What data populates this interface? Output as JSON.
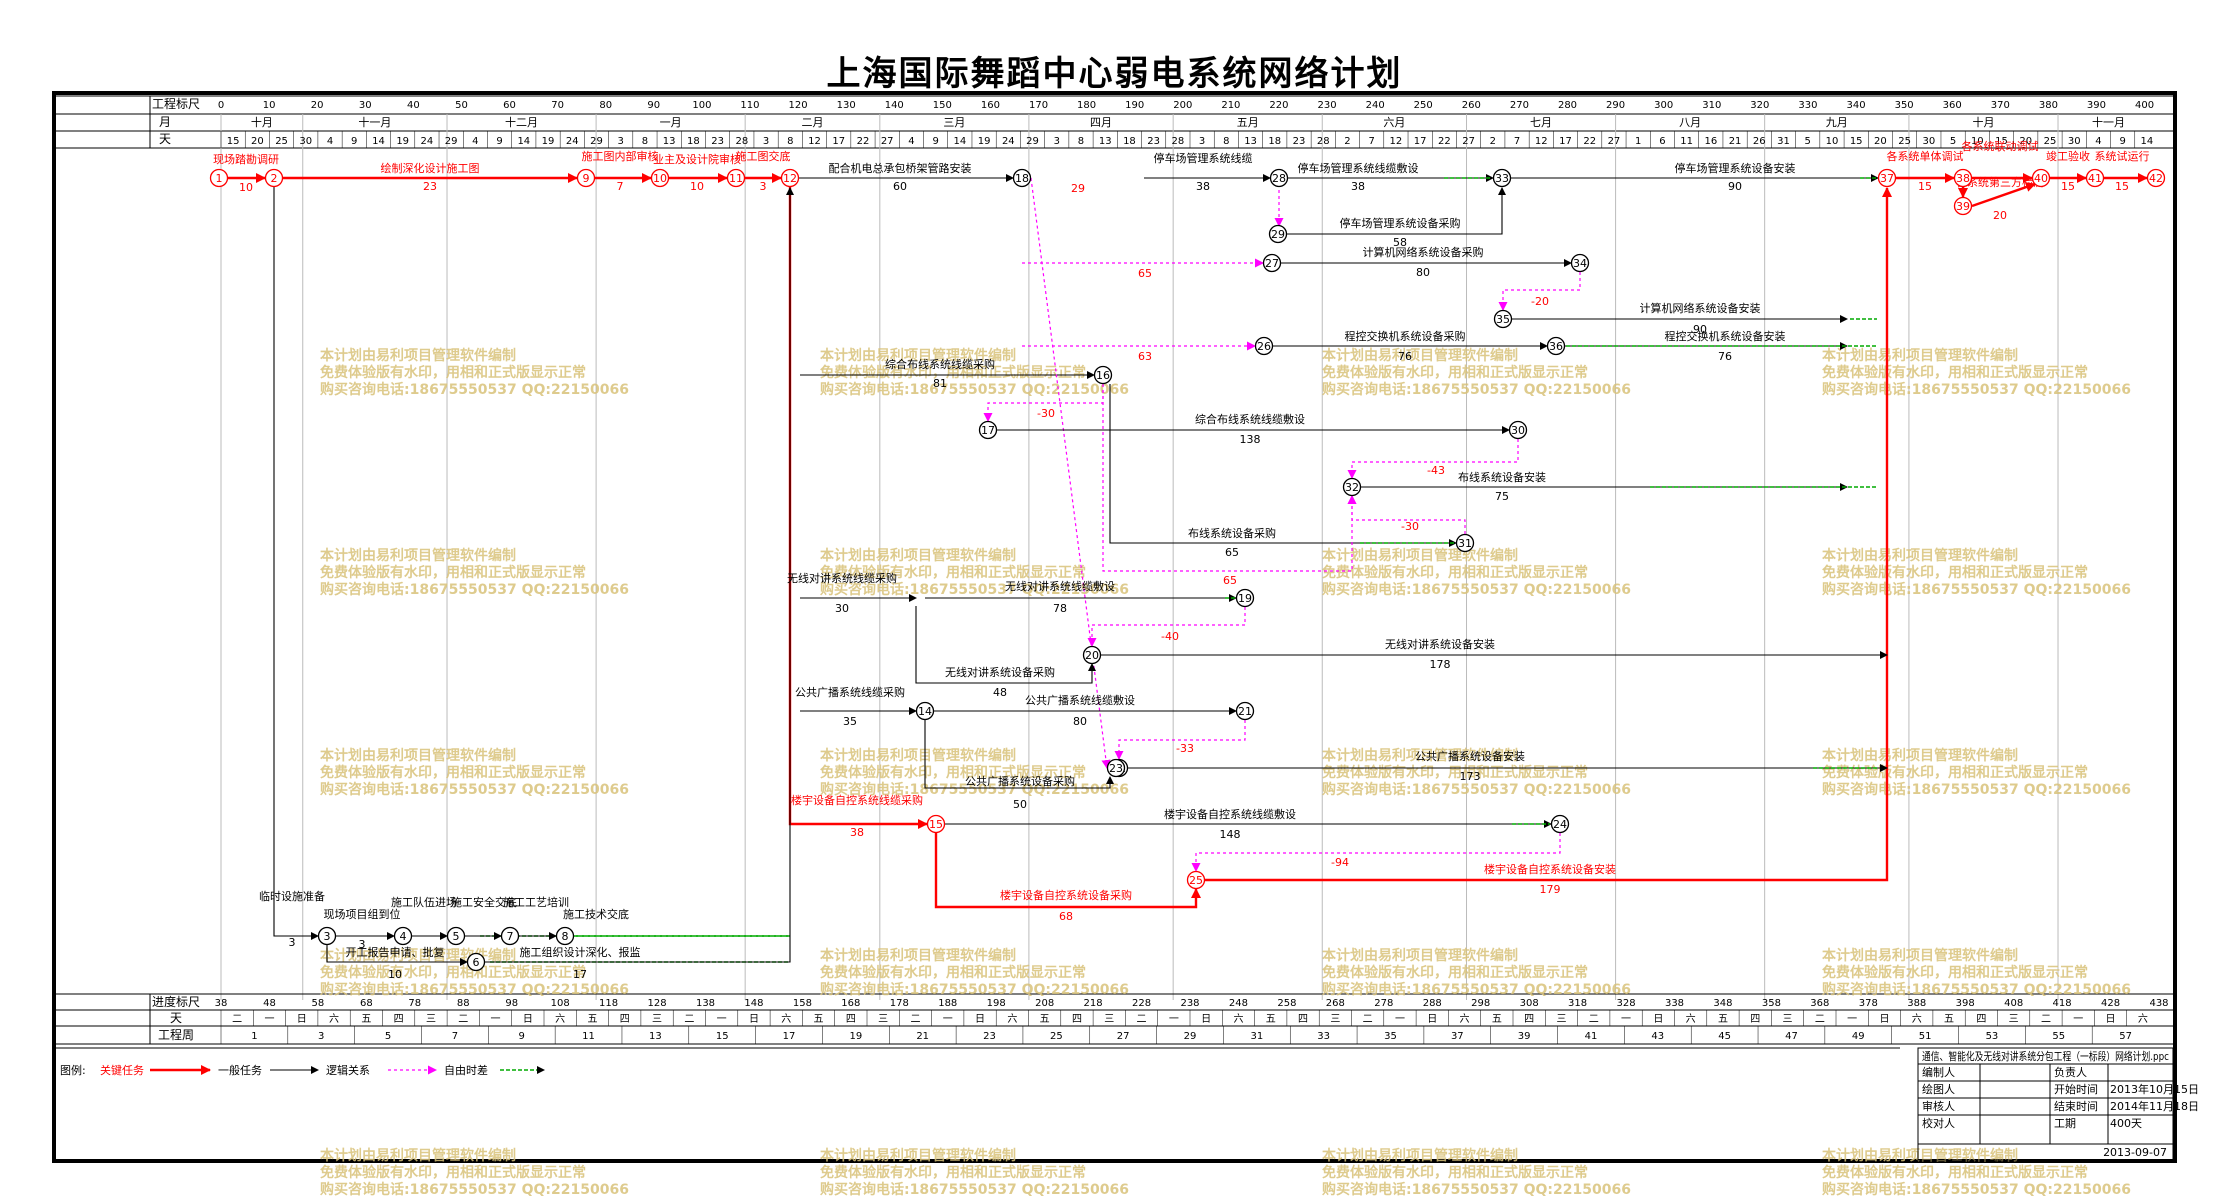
{
  "title": "上海国际舞蹈中心弱电系统网络计划",
  "scale": {
    "row_labels": {
      "ruler": "工程标尺",
      "month": "月",
      "day": "天",
      "progress": "进度标尺",
      "weekday": "天",
      "week": "工程周"
    },
    "ruler_ticks": [
      "0",
      "10",
      "20",
      "30",
      "40",
      "50",
      "60",
      "70",
      "80",
      "90",
      "100",
      "110",
      "120",
      "130",
      "140",
      "150",
      "160",
      "170",
      "180",
      "190",
      "200",
      "210",
      "220",
      "230",
      "240",
      "250",
      "260",
      "270",
      "280",
      "290",
      "300",
      "310",
      "320",
      "330",
      "340",
      "350",
      "360",
      "370",
      "380",
      "390",
      "400"
    ],
    "months": [
      "十月",
      "十一月",
      "十二月",
      "一月",
      "二月",
      "三月",
      "四月",
      "五月",
      "六月",
      "七月",
      "八月",
      "九月",
      "十月",
      "十一月"
    ],
    "days": [
      "15",
      "20",
      "25",
      "30",
      "4",
      "9",
      "14",
      "19",
      "24",
      "29",
      "4",
      "9",
      "14",
      "19",
      "24",
      "29",
      "3",
      "8",
      "13",
      "18",
      "23",
      "28",
      "3",
      "8",
      "12",
      "17",
      "22",
      "27",
      "4",
      "9",
      "14",
      "19",
      "24",
      "29",
      "3",
      "8",
      "13",
      "18",
      "23",
      "28",
      "3",
      "8",
      "13",
      "18",
      "23",
      "28",
      "2",
      "7",
      "12",
      "17",
      "22",
      "27",
      "2",
      "7",
      "12",
      "17",
      "22",
      "27",
      "1",
      "6",
      "11",
      "16",
      "21",
      "26",
      "31",
      "5",
      "10",
      "15",
      "20",
      "25",
      "30",
      "5",
      "10",
      "15",
      "20",
      "25",
      "30",
      "4",
      "9",
      "14"
    ],
    "progress_ticks": [
      "38",
      "48",
      "58",
      "68",
      "78",
      "88",
      "98",
      "108",
      "118",
      "128",
      "138",
      "148",
      "158",
      "168",
      "178",
      "188",
      "198",
      "208",
      "218",
      "228",
      "238",
      "248",
      "258",
      "268",
      "278",
      "288",
      "298",
      "308",
      "318",
      "328",
      "338",
      "348",
      "358",
      "368",
      "378",
      "388",
      "398",
      "408",
      "418",
      "428",
      "438"
    ],
    "weekdays": [
      "二",
      "一",
      "日",
      "六",
      "五",
      "四",
      "三",
      "二",
      "一",
      "日",
      "六",
      "五",
      "四",
      "三",
      "二",
      "一",
      "日",
      "六",
      "五",
      "四",
      "三",
      "二",
      "一",
      "日",
      "六",
      "五",
      "四",
      "三",
      "二",
      "一",
      "日",
      "六",
      "五",
      "四",
      "三",
      "二",
      "一",
      "日",
      "六",
      "五",
      "四",
      "三",
      "二",
      "一",
      "日",
      "六",
      "五",
      "四",
      "三",
      "二",
      "一",
      "日",
      "六",
      "五",
      "四",
      "三",
      "二",
      "一",
      "日",
      "六"
    ],
    "weeks": [
      "1",
      "3",
      "5",
      "7",
      "9",
      "11",
      "13",
      "15",
      "17",
      "19",
      "21",
      "23",
      "25",
      "27",
      "29",
      "31",
      "33",
      "35",
      "37",
      "39",
      "41",
      "43",
      "45",
      "47",
      "49",
      "51",
      "53",
      "55",
      "57"
    ]
  },
  "nodes": [
    {
      "id": "1",
      "critical": true
    },
    {
      "id": "2",
      "critical": true
    },
    {
      "id": "3",
      "critical": false
    },
    {
      "id": "4",
      "critical": false
    },
    {
      "id": "5",
      "critical": false
    },
    {
      "id": "6",
      "critical": false
    },
    {
      "id": "7",
      "critical": false
    },
    {
      "id": "8",
      "critical": false
    },
    {
      "id": "9",
      "critical": true
    },
    {
      "id": "10",
      "critical": true
    },
    {
      "id": "11",
      "critical": true
    },
    {
      "id": "12",
      "critical": true
    },
    {
      "id": "14",
      "critical": false
    },
    {
      "id": "15",
      "critical": true
    },
    {
      "id": "16",
      "critical": false
    },
    {
      "id": "17",
      "critical": false
    },
    {
      "id": "18",
      "critical": false
    },
    {
      "id": "19",
      "critical": false
    },
    {
      "id": "20",
      "critical": false
    },
    {
      "id": "21",
      "critical": false
    },
    {
      "id": "22",
      "critical": false
    },
    {
      "id": "23",
      "critical": false
    },
    {
      "id": "24",
      "critical": false
    },
    {
      "id": "25",
      "critical": true
    },
    {
      "id": "26",
      "critical": false
    },
    {
      "id": "27",
      "critical": false
    },
    {
      "id": "28",
      "critical": false
    },
    {
      "id": "29",
      "critical": false
    },
    {
      "id": "30",
      "critical": false
    },
    {
      "id": "31",
      "critical": false
    },
    {
      "id": "32",
      "critical": false
    },
    {
      "id": "33",
      "critical": false
    },
    {
      "id": "34",
      "critical": false
    },
    {
      "id": "35",
      "critical": false
    },
    {
      "id": "36",
      "critical": false
    },
    {
      "id": "37",
      "critical": true
    },
    {
      "id": "38",
      "critical": true
    },
    {
      "id": "39",
      "critical": true
    },
    {
      "id": "40",
      "critical": true
    },
    {
      "id": "41",
      "critical": true
    },
    {
      "id": "42",
      "critical": true
    }
  ],
  "tasks": [
    {
      "name": "现场踏勘调研",
      "duration": "10",
      "critical": true
    },
    {
      "name": "绘制深化设计施工图",
      "duration": "23",
      "critical": true
    },
    {
      "name": "施工图内部审核",
      "duration": "7",
      "critical": true
    },
    {
      "name": "业主及设计院审核",
      "duration": "10",
      "critical": true
    },
    {
      "name": "施工图交底",
      "duration": "3",
      "critical": true
    },
    {
      "name": "配合机电总承包桥架管路安装",
      "duration": "60",
      "critical": false
    },
    {
      "name": "停车场管理系统线缆",
      "duration": "38",
      "critical": false
    },
    {
      "name": "停车场管理系统线缆敷设",
      "duration": "38",
      "critical": false
    },
    {
      "name": "停车场管理系统设备安装",
      "duration": "90",
      "critical": false
    },
    {
      "name": "停车场管理系统设备采购",
      "duration": "58",
      "critical": false
    },
    {
      "name": "计算机网络系统设备采购",
      "duration": "80",
      "critical": false
    },
    {
      "name": "计算机网络系统设备安装",
      "duration": "90",
      "critical": false
    },
    {
      "name": "程控交换机系统设备采购",
      "duration": "76",
      "critical": false
    },
    {
      "name": "程控交换机系统设备安装",
      "duration": "76",
      "critical": false
    },
    {
      "name": "综合布线系统线缆采购",
      "duration": "81",
      "critical": false
    },
    {
      "name": "综合布线系统线缆敷设",
      "duration": "138",
      "critical": false
    },
    {
      "name": "布线系统设备安装",
      "duration": "75",
      "critical": false
    },
    {
      "name": "布线系统设备采购",
      "duration": "65",
      "critical": false
    },
    {
      "name": "无线对讲系统线缆采购",
      "duration": "30",
      "critical": false
    },
    {
      "name": "无线对讲系统线缆敷设",
      "duration": "78",
      "critical": false
    },
    {
      "name": "无线对讲系统设备采购",
      "duration": "48",
      "critical": false
    },
    {
      "name": "无线对讲系统设备安装",
      "duration": "178",
      "critical": false
    },
    {
      "name": "公共广播系统线缆采购",
      "duration": "35",
      "critical": false
    },
    {
      "name": "公共广播系统线缆敷设",
      "duration": "80",
      "critical": false
    },
    {
      "name": "公共广播系统设备采购",
      "duration": "50",
      "critical": false
    },
    {
      "name": "公共广播系统设备安装",
      "duration": "173",
      "critical": false
    },
    {
      "name": "楼宇设备自控系统线缆采购",
      "duration": "38",
      "critical": true
    },
    {
      "name": "楼宇设备自控系统线缆敷设",
      "duration": "148",
      "critical": false
    },
    {
      "name": "楼宇设备自控系统设备采购",
      "duration": "68",
      "critical": true
    },
    {
      "name": "楼宇设备自控系统设备安装",
      "duration": "179",
      "critical": true
    },
    {
      "name": "临时设施准备",
      "duration": "3",
      "critical": false
    },
    {
      "name": "现场项目组到位",
      "duration": "3",
      "critical": false
    },
    {
      "name": "施工队伍进场",
      "duration": "",
      "critical": false
    },
    {
      "name": "施工安全交底",
      "duration": "",
      "critical": false
    },
    {
      "name": "施工工艺培训",
      "duration": "",
      "critical": false
    },
    {
      "name": "施工技术交底",
      "duration": "",
      "critical": false
    },
    {
      "name": "开工报告申请、批复",
      "duration": "10",
      "critical": false
    },
    {
      "name": "施工组织设计深化、报监",
      "duration": "17",
      "critical": false
    },
    {
      "name": "各系统单体调试",
      "duration": "15",
      "critical": true
    },
    {
      "name": "各系统联动调试",
      "duration": "",
      "critical": true
    },
    {
      "name": "各系统第三方检测",
      "duration": "20",
      "critical": true
    },
    {
      "name": "竣工验收",
      "duration": "15",
      "critical": true
    },
    {
      "name": "系统试运行",
      "duration": "15",
      "critical": true
    }
  ],
  "float_values": [
    "29",
    "65",
    "63",
    "-20",
    "-30",
    "-43",
    "-30",
    "65",
    "-40",
    "-33",
    "-94"
  ],
  "legend": {
    "label": "图例:",
    "critical": "关键任务",
    "normal": "一般任务",
    "logic": "逻辑关系",
    "free_float": "自由时差"
  },
  "title_block": {
    "project": "通信、智能化及无线对讲系统分包工程（一标段）网络计划.ppc",
    "rows": [
      {
        "k1": "编制人",
        "v1": "",
        "k2": "负责人",
        "v2": ""
      },
      {
        "k1": "绘图人",
        "v1": "",
        "k2": "开始时间",
        "v2": "2013年10月15日"
      },
      {
        "k1": "审核人",
        "v1": "",
        "k2": "结束时间",
        "v2": "2014年11月18日"
      },
      {
        "k1": "校对人",
        "v1": "",
        "k2": "工期",
        "v2": "400天"
      }
    ],
    "date": "2013-09-07"
  },
  "watermark": [
    "本计划由易利项目管理软件编制",
    "免费体验版有水印，用相和正式版显示正常",
    "购买咨询电话:18675550537 QQ:22150066"
  ],
  "colors": {
    "critical": "#ff0000",
    "normal": "#000000",
    "float": "#ff00ff",
    "free_float": "#00aa00",
    "watermark": "#d9c27a"
  }
}
